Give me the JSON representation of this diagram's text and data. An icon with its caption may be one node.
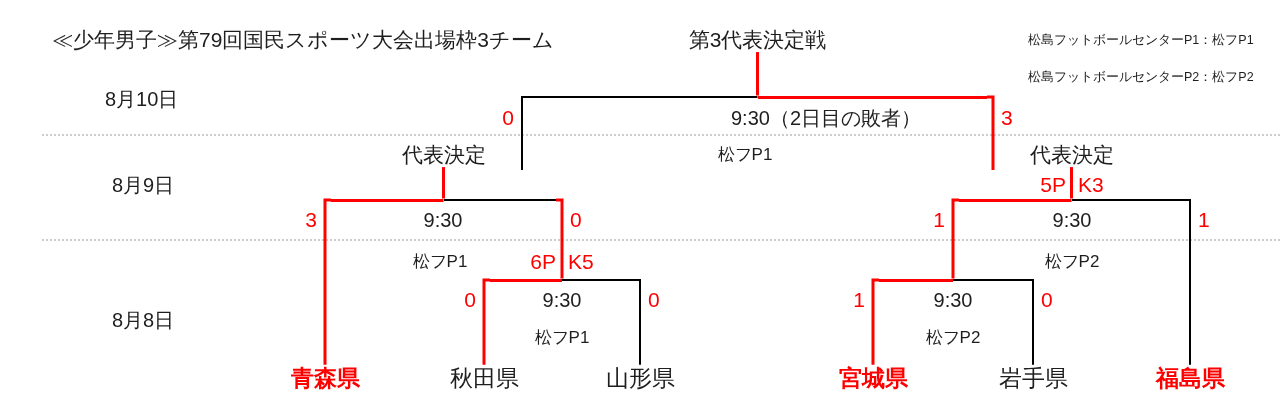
{
  "diagram": {
    "title": "≪少年男子≫第79回国民スポーツ大会出場枠3チーム",
    "nodes": [
      {
        "text": [
          "第3代表決定戦"
        ]
      },
      {
        "text": [
          "9:30（2日目の敗者）",
          "松フP1"
        ]
      },
      {
        "text": [
          "代表決定"
        ]
      },
      {
        "text": [
          "代表決定"
        ]
      },
      {
        "text": [
          "9:30",
          "松フP1"
        ]
      },
      {
        "text": [
          "9:30",
          "松フP2"
        ]
      },
      {
        "text": [
          "9:30",
          "松フP1"
        ]
      },
      {
        "text": [
          "9:30",
          "松フP2"
        ]
      },
      {
        "text": [
          "青森県"
        ]
      },
      {
        "text": [
          "秋田県"
        ]
      },
      {
        "text": [
          "山形県"
        ]
      },
      {
        "text": [
          "宮城県"
        ]
      },
      {
        "text": [
          "岩手県"
        ]
      },
      {
        "text": [
          "福島県"
        ]
      }
    ],
    "edges": [
      {
        "from": 9,
        "to": 6,
        "arrow": "none",
        "label": "0"
      },
      {
        "from": 10,
        "to": 6,
        "arrow": "none",
        "label": "0",
        "color": "#000000"
      },
      {
        "from": 8,
        "to": 4,
        "arrow": "none",
        "label": "3"
      },
      {
        "from": 6,
        "to": 4,
        "arrow": "none",
        "label": "0"
      },
      {
        "from": 4,
        "to": 2,
        "arrow": "none"
      },
      {
        "from": 11,
        "to": 7,
        "arrow": "none",
        "label": "1"
      },
      {
        "from": 12,
        "to": 7,
        "arrow": "none",
        "label": "0",
        "color": "#000000"
      },
      {
        "from": 7,
        "to": 5,
        "arrow": "none",
        "label": "1"
      },
      {
        "from": 13,
        "to": 5,
        "arrow": "none",
        "label": "1",
        "color": "#000000"
      },
      {
        "from": 5,
        "to": 3,
        "arrow": "none"
      },
      {
        "from": null,
        "to": 1,
        "arrow": "none",
        "label": "0",
        "color": "#000000"
      },
      {
        "from": null,
        "to": 1,
        "arrow": "none",
        "label": "3"
      },
      {
        "from": 1,
        "to": 0,
        "arrow": "none"
      }
    ],
    "labels": [
      "松島フットボールセンターP1：松フP1",
      "松島フットボールセンターP2：松フP2",
      "8月10日",
      "8月9日",
      "5P",
      "K3",
      "6P",
      "K5",
      "8月8日"
    ]
  }
}
